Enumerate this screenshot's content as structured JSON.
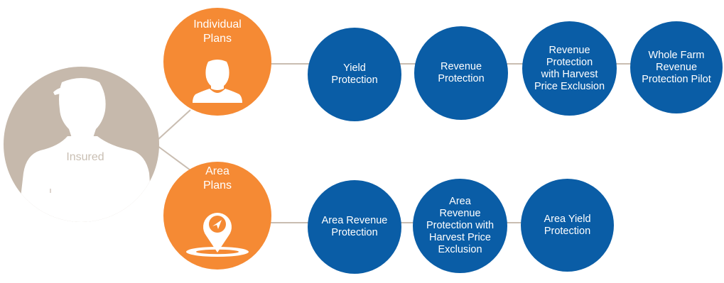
{
  "root": {
    "label": "Insured"
  },
  "groups": [
    {
      "label": "Individual\nPlans",
      "icon": "person-silhouette-icon",
      "plans": [
        "Yield\nProtection",
        "Revenue\nProtection",
        "Revenue\nProtection\nwith Harvest\nPrice Exclusion",
        "Whole Farm\nRevenue\nProtection Pilot"
      ]
    },
    {
      "label": "Area\nPlans",
      "icon": "location-pin-icon",
      "plans": [
        "Area Revenue\nProtection",
        "Area\nRevenue\nProtection with\nHarvest Price\nExclusion",
        "Area Yield\nProtection"
      ]
    }
  ],
  "colors": {
    "plan_circle": "#0a5da6",
    "group_circle": "#f58a34",
    "root_circle": "#c6b9ac",
    "connector": "#c6b9ac"
  }
}
